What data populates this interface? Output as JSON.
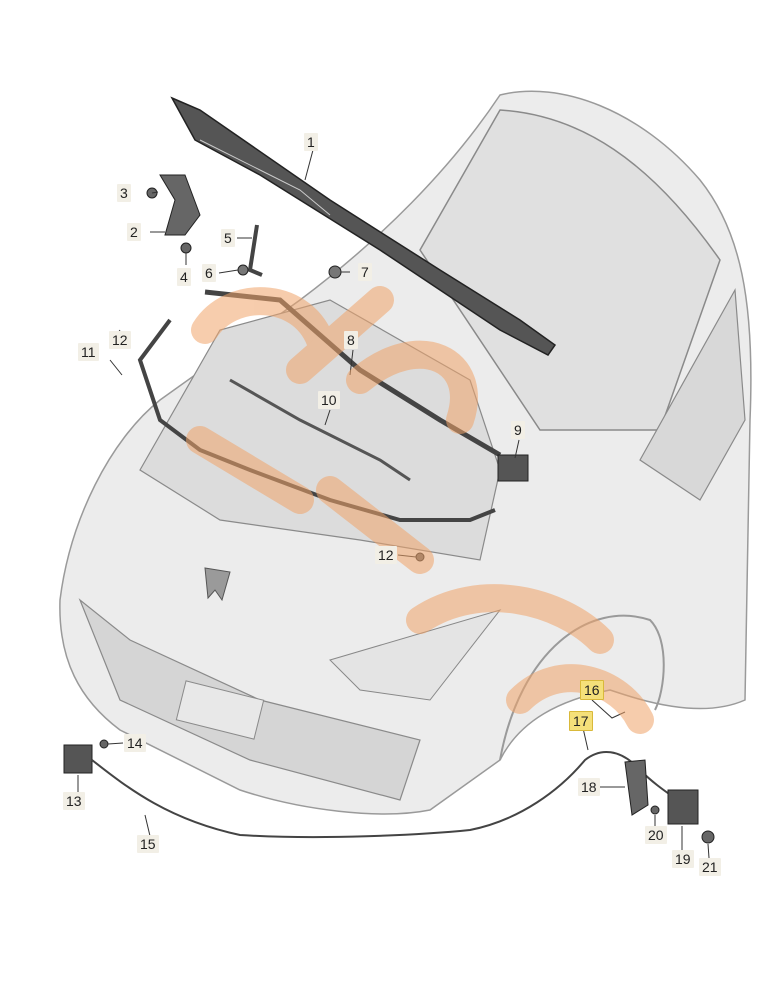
{
  "diagram": {
    "callouts": [
      {
        "id": "1",
        "label": "1"
      },
      {
        "id": "2",
        "label": "2"
      },
      {
        "id": "3",
        "label": "3"
      },
      {
        "id": "4",
        "label": "4"
      },
      {
        "id": "5",
        "label": "5"
      },
      {
        "id": "6",
        "label": "6"
      },
      {
        "id": "7",
        "label": "7"
      },
      {
        "id": "8",
        "label": "8"
      },
      {
        "id": "9",
        "label": "9"
      },
      {
        "id": "10",
        "label": "10"
      },
      {
        "id": "11",
        "label": "11"
      },
      {
        "id": "12a",
        "label": "12"
      },
      {
        "id": "12b",
        "label": "12"
      },
      {
        "id": "13",
        "label": "13"
      },
      {
        "id": "14",
        "label": "14"
      },
      {
        "id": "15",
        "label": "15"
      },
      {
        "id": "16",
        "label": "16"
      },
      {
        "id": "17",
        "label": "17"
      },
      {
        "id": "18",
        "label": "18"
      },
      {
        "id": "19",
        "label": "19"
      },
      {
        "id": "20",
        "label": "20"
      },
      {
        "id": "21",
        "label": "21"
      }
    ],
    "highlight_color": "#f5e07a",
    "watermark_color": "#f0a46a"
  }
}
